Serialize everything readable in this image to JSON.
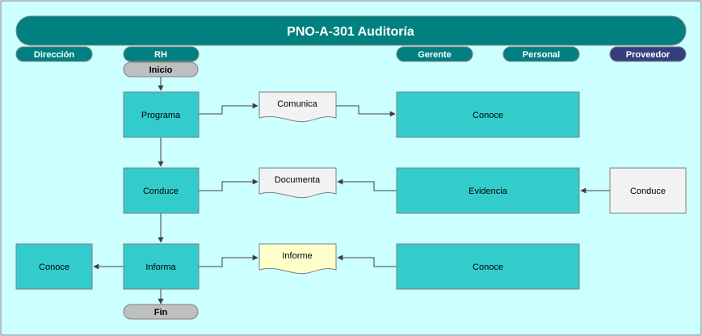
{
  "title": "PNO-A-301 Auditoría",
  "colors": {
    "background": "#ccffff",
    "teal_header": "#008080",
    "process_fill": "#33cccc",
    "proveedor_lane": "#333f7f",
    "gray_fill": "#f2f2f2",
    "note_fill": "#ffffcc",
    "terminator_fill": "#bfbfbf"
  },
  "lanes": [
    "Dirección",
    "RH",
    "Gerente",
    "Personal",
    "Proveedor"
  ],
  "terminators": {
    "start": "Inicio",
    "end": "Fin"
  },
  "nodes": {
    "programa": "Programa",
    "conduce_rh": "Conduce",
    "informa": "Informa",
    "conoce_direccion": "Conoce",
    "comunica": "Comunica",
    "documenta": "Documenta",
    "informe": "Informe",
    "conoce_gerente_top": "Conoce",
    "evidencia": "Evidencia",
    "conoce_gerente_bottom": "Conoce",
    "conduce_proveedor": "Conduce"
  }
}
